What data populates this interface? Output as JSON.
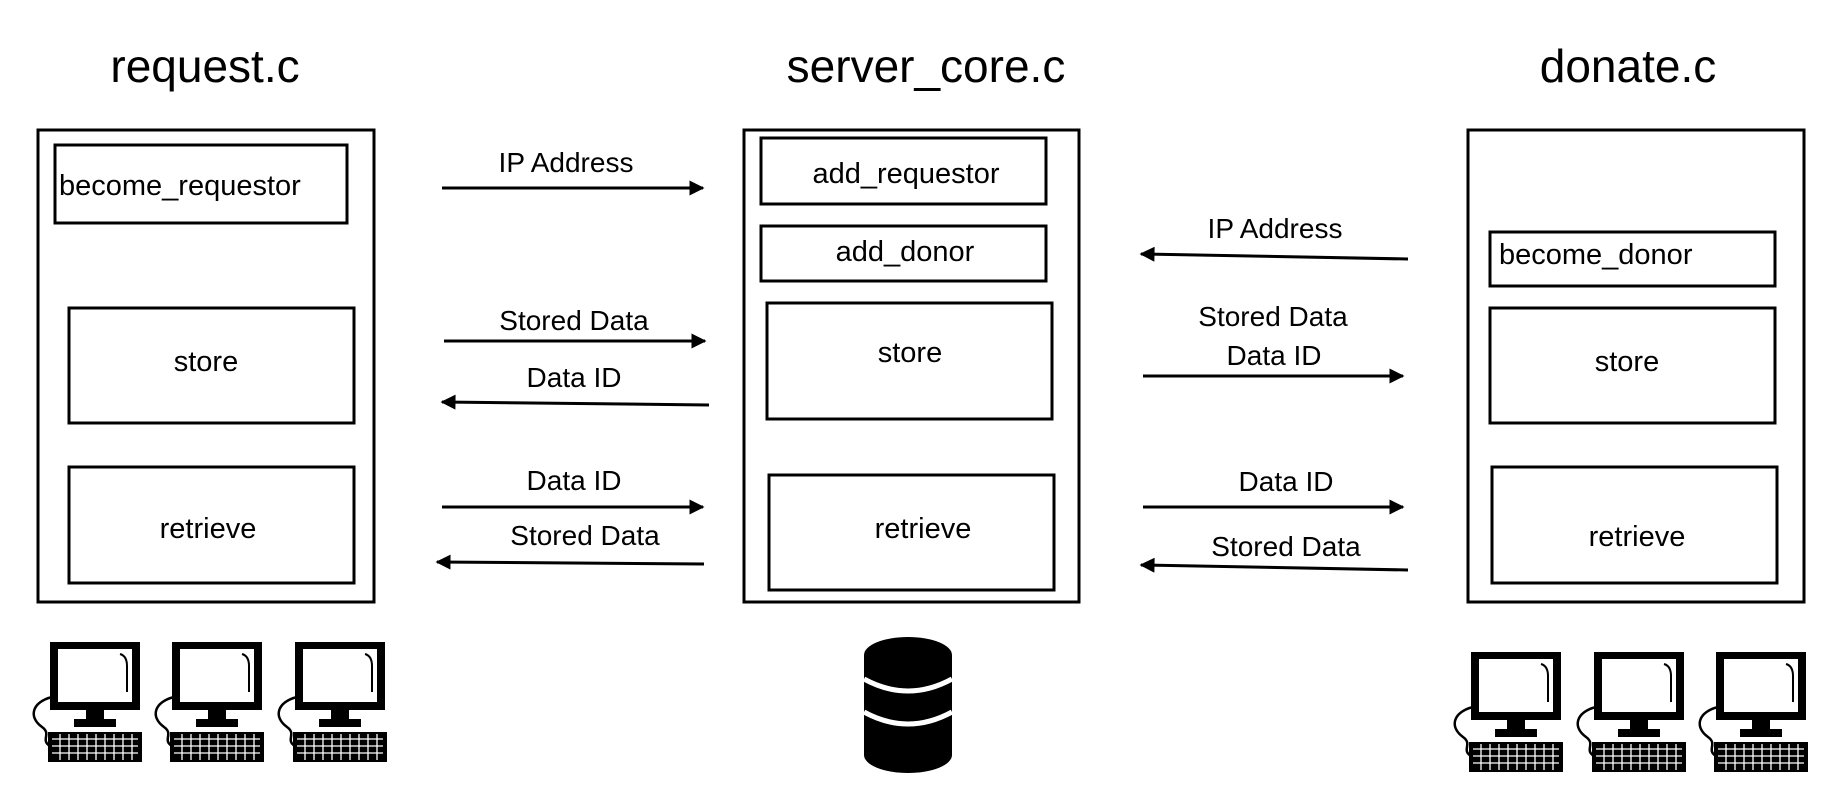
{
  "columns": {
    "request": {
      "title": "request.c",
      "functions": [
        "become_requestor",
        "store",
        "retrieve"
      ]
    },
    "server": {
      "title": "server_core.c",
      "functions": [
        "add_requestor",
        "add_donor",
        "store",
        "retrieve"
      ]
    },
    "donate": {
      "title": "donate.c",
      "functions": [
        "become_donor",
        "store",
        "retrieve"
      ]
    }
  },
  "arrows": {
    "left": {
      "ip": "IP Address",
      "store_to_server": "Stored Data",
      "store_back": "Data ID",
      "retrieve_to_server": "Data ID",
      "retrieve_back": "Stored Data"
    },
    "right": {
      "ip": "IP Address",
      "store_line1": "Stored Data",
      "store_line2": "Data ID",
      "retrieve_to_donor": "Data ID",
      "retrieve_back": "Stored Data"
    }
  },
  "icons": {
    "request_clients": [
      "computer-icon",
      "computer-icon",
      "computer-icon"
    ],
    "server_storage": "database-icon",
    "donate_clients": [
      "computer-icon",
      "computer-icon",
      "computer-icon"
    ]
  }
}
